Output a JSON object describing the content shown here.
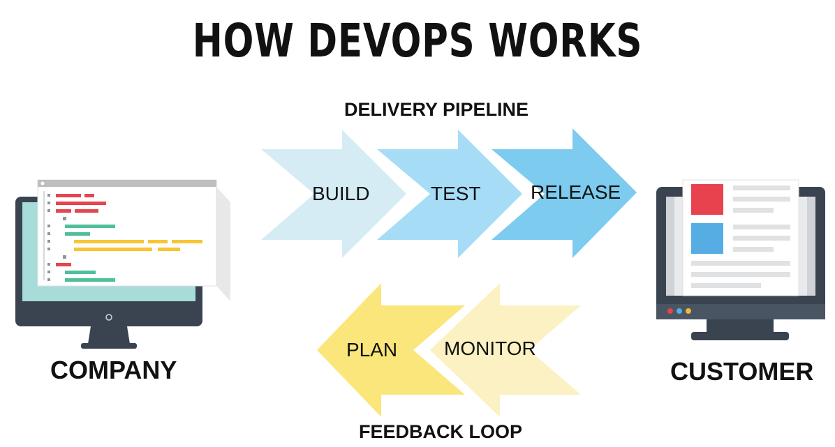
{
  "title": "HOW DEVOPS WORKS",
  "delivery_pipeline": {
    "label": "DELIVERY PIPELINE",
    "steps": [
      "BUILD",
      "TEST",
      "RELEASE"
    ]
  },
  "feedback_loop": {
    "label": "FEEDBACK LOOP",
    "steps": [
      "PLAN",
      "MONITOR"
    ]
  },
  "company": {
    "label": "COMPANY"
  },
  "customer": {
    "label": "CUSTOMER"
  },
  "colors": {
    "build": "#d6ecf5",
    "test": "#a6dcf6",
    "release": "#7dcbef",
    "plan": "#fae67a",
    "monitor": "#fbf1c2",
    "monitor_frame": "#3a4451",
    "screen": "#a7dcd9",
    "code_red": "#e4464f",
    "code_green": "#4fbf99",
    "code_yellow": "#f7c634",
    "card_red": "#e8424f",
    "card_blue": "#55ade3"
  }
}
